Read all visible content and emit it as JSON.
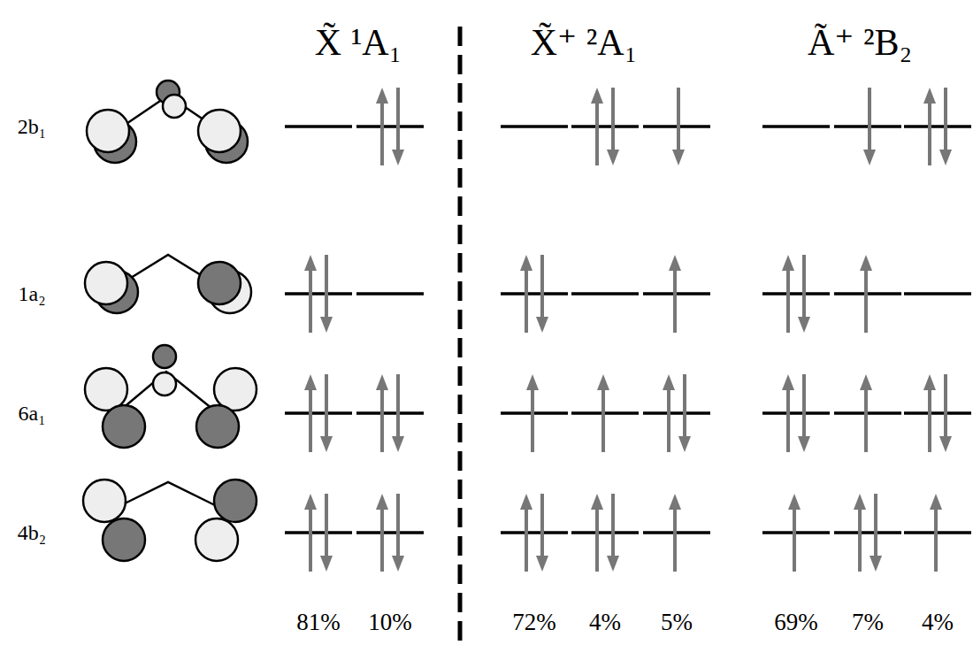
{
  "diagram": {
    "labels": [
      "X̃ ¹A₁",
      "X̃⁺ ²A₁",
      "Ã⁺ ²B₂",
      "2b₁",
      "1a₂",
      "6a₁",
      "4b₂",
      "81%",
      "10%",
      "72%",
      "4%",
      "5%",
      "69%",
      "7%",
      "4%"
    ]
  }
}
